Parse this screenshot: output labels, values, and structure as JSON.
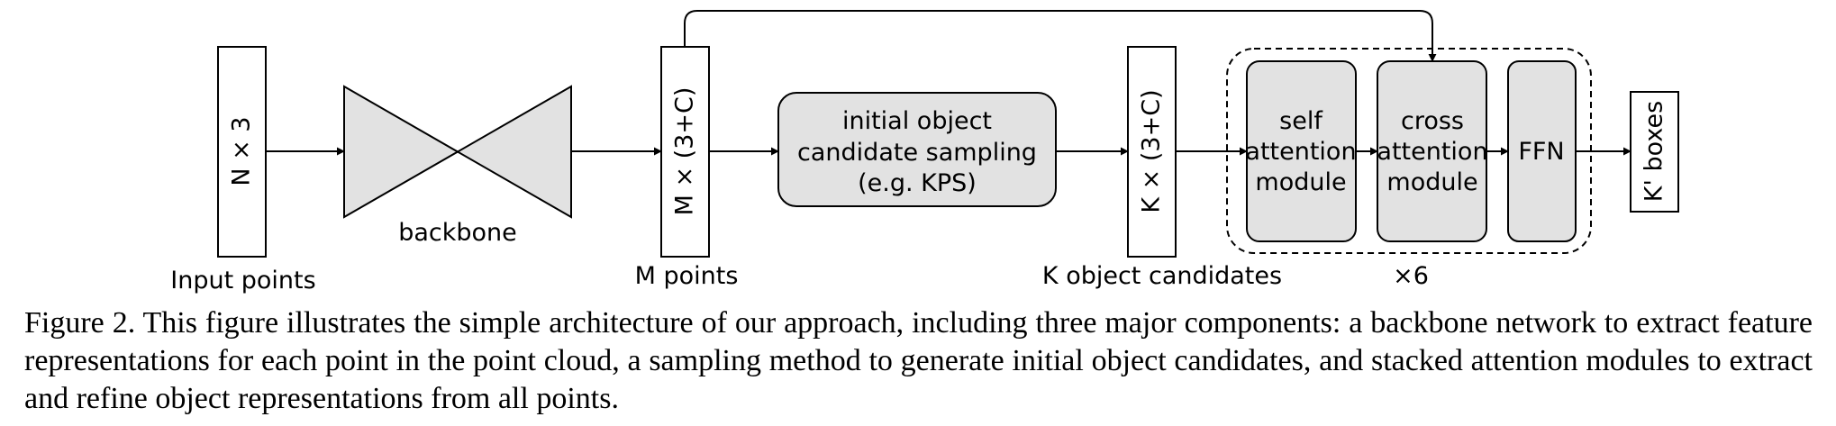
{
  "diagram": {
    "input_tensor": "N × 3",
    "input_caption": "Input points",
    "backbone_label": "backbone",
    "mid_tensor": "M × (3+C)",
    "mid_caption": "M points",
    "sampling": [
      "initial object",
      "candidate sampling",
      "(e.g. KPS)"
    ],
    "cand_tensor": "K × (3+C)",
    "cand_caption": "K object candidates",
    "self_attention": [
      "self",
      "attention",
      "module"
    ],
    "cross_attention": [
      "cross",
      "attention",
      "module"
    ],
    "ffn": "FFN",
    "repeat": "×6",
    "output": "K' boxes"
  },
  "caption": "Figure 2. This figure illustrates the simple architecture of our approach, including three major components: a backbone network to extract feature representations for each point in the point cloud, a sampling method to generate initial object candidates, and stacked attention modules to extract and refine object representations from all points."
}
